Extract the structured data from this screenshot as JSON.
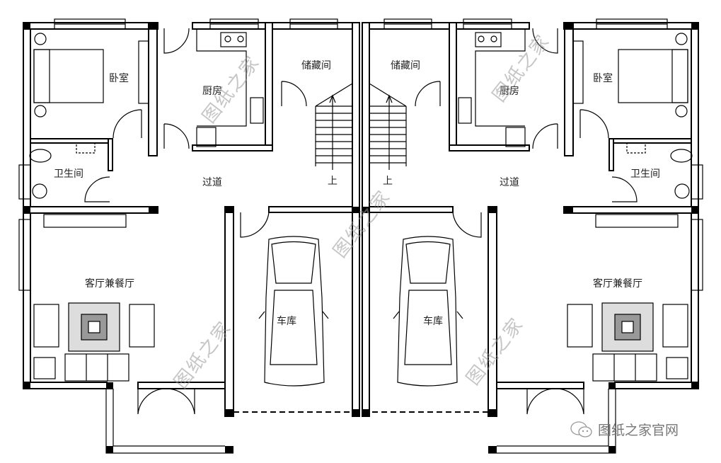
{
  "left_unit": {
    "bedroom": "卧室",
    "kitchen": "厨房",
    "storage": "储藏间",
    "bathroom": "卫生间",
    "corridor": "过道",
    "stairs_up": "上",
    "living_dining": "客厅兼餐厅",
    "garage": "车库"
  },
  "right_unit": {
    "bedroom": "卧室",
    "kitchen": "厨房",
    "storage": "储藏间",
    "bathroom": "卫生间",
    "corridor": "过道",
    "stairs_up": "上",
    "living_dining": "客厅兼餐厅",
    "garage": "车库"
  },
  "watermark": "图纸之家",
  "footer": {
    "icon": "wechat-icon",
    "text": "图纸之家官网"
  }
}
